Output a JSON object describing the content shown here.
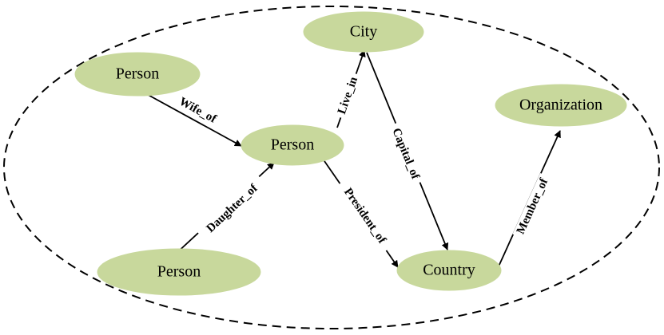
{
  "colors": {
    "node_fill": "#c8d89c",
    "stroke": "#000000",
    "label": "#000000",
    "background": "#ffffff"
  },
  "nodes": {
    "person_top": {
      "label": "Person"
    },
    "person_center": {
      "label": "Person"
    },
    "person_bottom": {
      "label": "Person"
    },
    "city": {
      "label": "City"
    },
    "country": {
      "label": "Country"
    },
    "organization": {
      "label": "Organization"
    }
  },
  "edges": {
    "wife_of": {
      "label": "Wife_of"
    },
    "daughter_of": {
      "label": "Daughter_of"
    },
    "live_in": {
      "label": "Live_in"
    },
    "president_of": {
      "label": "President_of"
    },
    "capital_of": {
      "label": "Capital_of"
    },
    "member_of": {
      "label": "Member_of"
    }
  }
}
